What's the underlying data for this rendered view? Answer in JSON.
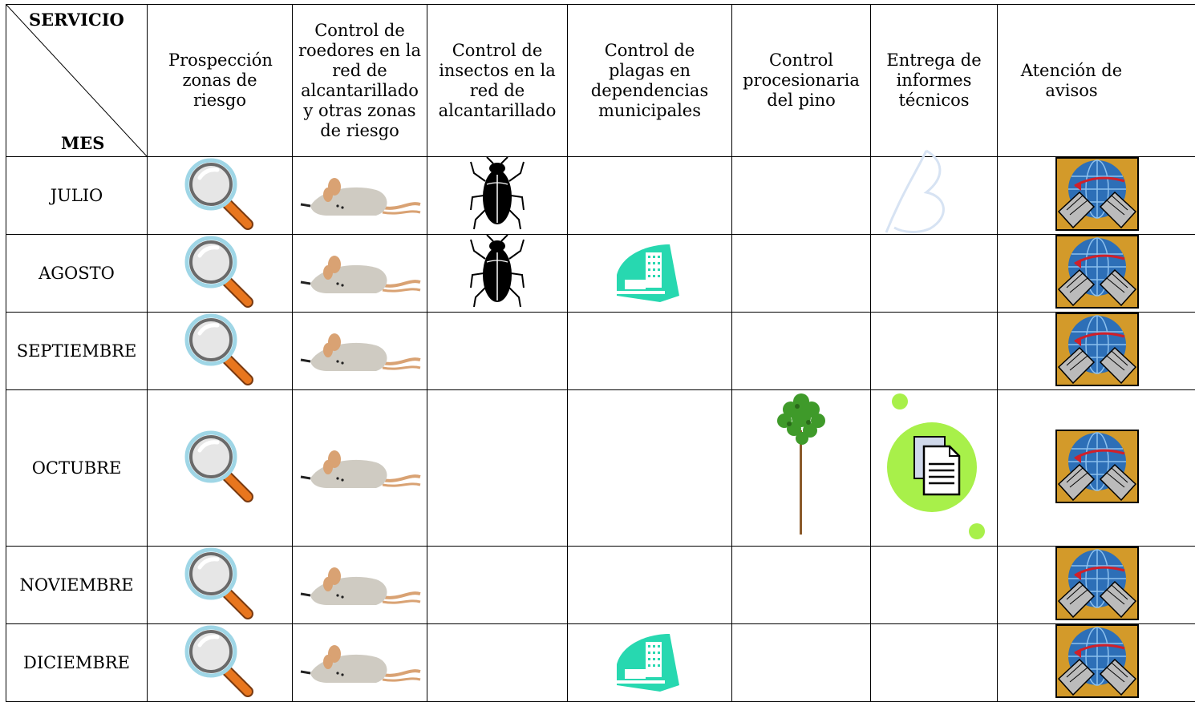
{
  "header": {
    "corner_top": "SERVICIO",
    "corner_bottom": "MES",
    "columns": [
      "Prospección zonas de riesgo",
      "Control de roedores en la red de alcantarillado y otras zonas de riesgo",
      "Control de insectos en la red de alcantarillado",
      "Control de plagas en dependencias municipales",
      "Control procesionaria del pino",
      "Entrega de informes técnicos",
      "Atención de avisos"
    ]
  },
  "rows": [
    {
      "month": "JULIO",
      "cells": [
        "magnifier-icon",
        "mouse-icon",
        "cockroach-icon",
        "",
        "",
        "",
        "network-icon"
      ]
    },
    {
      "month": "AGOSTO",
      "cells": [
        "magnifier-icon",
        "mouse-icon",
        "cockroach-icon",
        "building-icon",
        "",
        "",
        "network-icon"
      ]
    },
    {
      "month": "SEPTIEMBRE",
      "cells": [
        "magnifier-icon",
        "mouse-icon",
        "",
        "",
        "",
        "",
        "network-icon"
      ]
    },
    {
      "month": "OCTUBRE",
      "cells": [
        "magnifier-icon",
        "mouse-icon",
        "",
        "",
        "pine-tree-icon",
        "report-document-icon",
        "network-icon"
      ]
    },
    {
      "month": "NOVIEMBRE",
      "cells": [
        "magnifier-icon",
        "mouse-icon",
        "",
        "",
        "",
        "",
        "network-icon"
      ]
    },
    {
      "month": "DICIEMBRE",
      "cells": [
        "magnifier-icon",
        "mouse-icon",
        "",
        "building-icon",
        "",
        "",
        "network-icon"
      ]
    }
  ],
  "colors": {
    "magnifier_handle": "#e8761e",
    "magnifier_ring": "#9fd6e6",
    "mouse_body": "#cfcbc2",
    "mouse_ear": "#d9a273",
    "building": "#27d8b0",
    "tree_foliage": "#3f9a2a",
    "report_blob": "#a8f04a",
    "network_frame": "#d39a2a",
    "network_globe": "#2d6fb7",
    "network_arrow": "#d0202a"
  }
}
